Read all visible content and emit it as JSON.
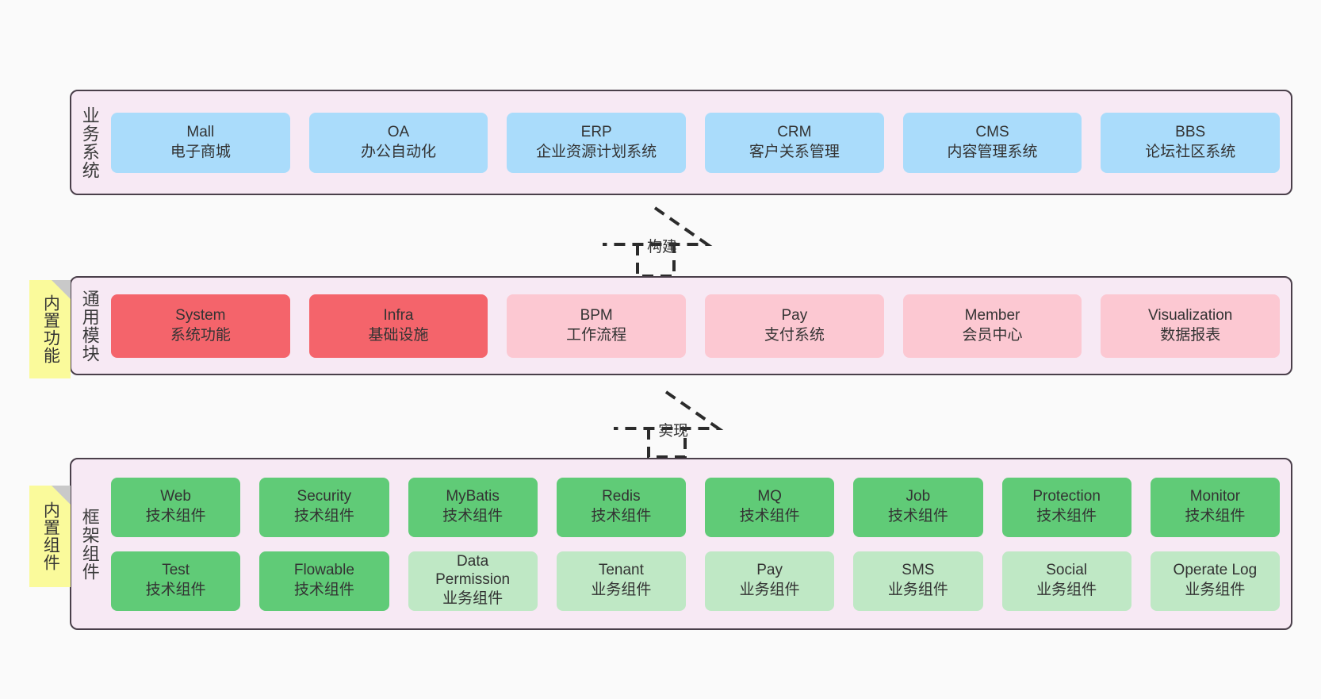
{
  "diagram": {
    "background_color": "#fafafa",
    "layer_border_color": "#4a3f4a",
    "layer_bg_color": "#f7e9f4",
    "sticky_color": "#fafa9b"
  },
  "layers": [
    {
      "id": "business-system",
      "label": "业务系统",
      "cards": [
        {
          "name": "Mall",
          "desc": "电子商城",
          "color": "#aadcfb"
        },
        {
          "name": "OA",
          "desc": "办公自动化",
          "color": "#aadcfb"
        },
        {
          "name": "ERP",
          "desc": "企业资源计划系统",
          "color": "#aadcfb"
        },
        {
          "name": "CRM",
          "desc": "客户关系管理",
          "color": "#aadcfb"
        },
        {
          "name": "CMS",
          "desc": "内容管理系统",
          "color": "#aadcfb"
        },
        {
          "name": "BBS",
          "desc": "论坛社区系统",
          "color": "#aadcfb"
        }
      ]
    },
    {
      "id": "common-module",
      "label": "通用模块",
      "sticky": "内置功能",
      "cards": [
        {
          "name": "System",
          "desc": "系统功能",
          "color": "#f4646b"
        },
        {
          "name": "Infra",
          "desc": "基础设施",
          "color": "#f4646b"
        },
        {
          "name": "BPM",
          "desc": "工作流程",
          "color": "#fcc8d2"
        },
        {
          "name": "Pay",
          "desc": "支付系统",
          "color": "#fcc8d2"
        },
        {
          "name": "Member",
          "desc": "会员中心",
          "color": "#fcc8d2"
        },
        {
          "name": "Visualization",
          "desc": "数据报表",
          "color": "#fcc8d2"
        }
      ]
    },
    {
      "id": "framework-component",
      "label": "框架组件",
      "sticky": "内置组件",
      "row1": [
        {
          "name": "Web",
          "desc": "技术组件",
          "color": "#60cb77"
        },
        {
          "name": "Security",
          "desc": "技术组件",
          "color": "#60cb77"
        },
        {
          "name": "MyBatis",
          "desc": "技术组件",
          "color": "#60cb77"
        },
        {
          "name": "Redis",
          "desc": "技术组件",
          "color": "#60cb77"
        },
        {
          "name": "MQ",
          "desc": "技术组件",
          "color": "#60cb77"
        },
        {
          "name": "Job",
          "desc": "技术组件",
          "color": "#60cb77"
        },
        {
          "name": "Protection",
          "desc": "技术组件",
          "color": "#60cb77"
        },
        {
          "name": "Monitor",
          "desc": "技术组件",
          "color": "#60cb77"
        }
      ],
      "row2": [
        {
          "name": "Test",
          "desc": "技术组件",
          "color": "#60cb77"
        },
        {
          "name": "Flowable",
          "desc": "技术组件",
          "color": "#60cb77"
        },
        {
          "name": "Data Permission",
          "desc": "业务组件",
          "color": "#bfe8c5"
        },
        {
          "name": "Tenant",
          "desc": "业务组件",
          "color": "#bfe8c5"
        },
        {
          "name": "Pay",
          "desc": "业务组件",
          "color": "#bfe8c5"
        },
        {
          "name": "SMS",
          "desc": "业务组件",
          "color": "#bfe8c5"
        },
        {
          "name": "Social",
          "desc": "业务组件",
          "color": "#bfe8c5"
        },
        {
          "name": "Operate Log",
          "desc": "业务组件",
          "color": "#bfe8c5"
        }
      ]
    }
  ],
  "connectors": [
    {
      "id": "build",
      "label": "构建"
    },
    {
      "id": "implement",
      "label": "实现"
    }
  ]
}
